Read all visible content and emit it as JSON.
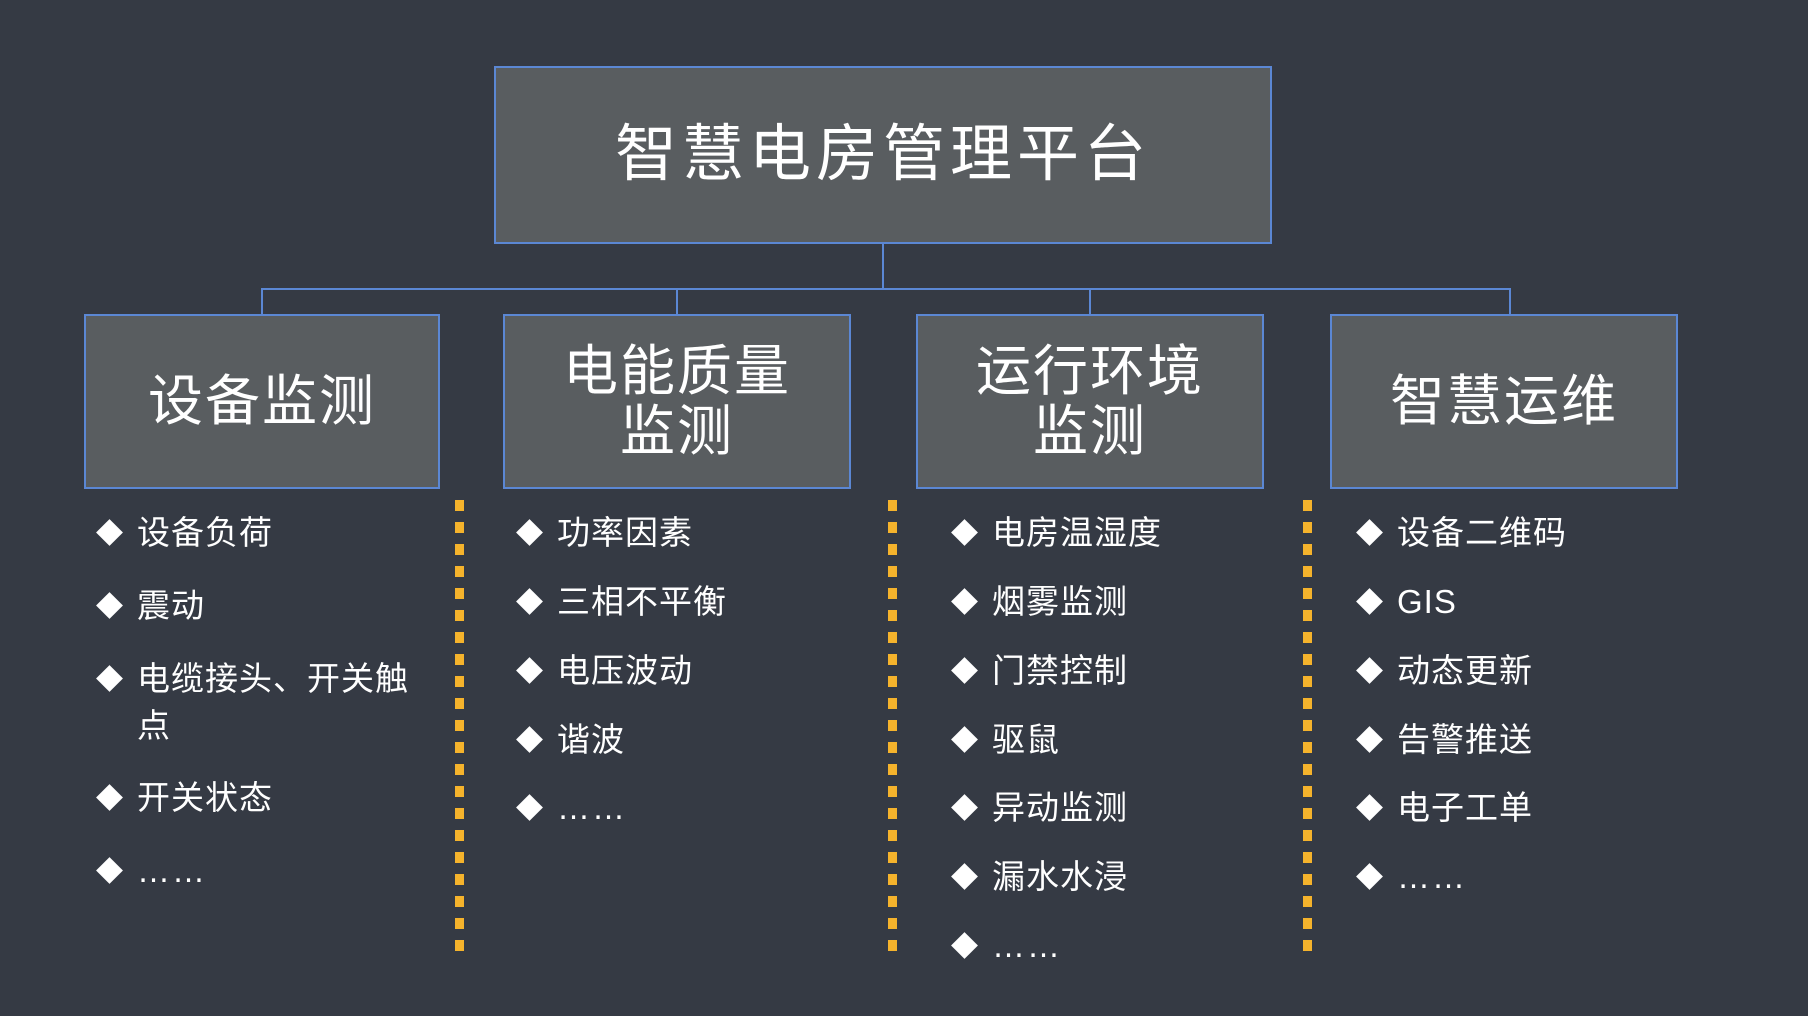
{
  "diagram": {
    "title": "智慧电房管理平台",
    "colors": {
      "background": "#353a44",
      "node_fill": "#595d60",
      "node_border": "#5b87d4",
      "connector": "#5b87d4",
      "divider": "#f5b32c",
      "text": "#ffffff"
    },
    "branches": [
      {
        "id": "equipment-monitoring",
        "label": "设备监测",
        "items": [
          "设备负荷",
          "震动",
          "电缆接头、开关触点",
          "开关状态",
          "……"
        ]
      },
      {
        "id": "power-quality-monitoring",
        "label": "电能质量\n监测",
        "label_line1": "电能质量",
        "label_line2": "监测",
        "items": [
          "功率因素",
          "三相不平衡",
          "电压波动",
          "谐波",
          "……"
        ]
      },
      {
        "id": "operating-environment-monitoring",
        "label": "运行环境\n监测",
        "label_line1": "运行环境",
        "label_line2": "监测",
        "items": [
          "电房温湿度",
          "烟雾监测",
          "门禁控制",
          "驱鼠",
          "异动监测",
          "漏水水浸",
          "……"
        ]
      },
      {
        "id": "smart-operations",
        "label": "智慧运维",
        "items": [
          "设备二维码",
          "GIS",
          "动态更新",
          "告警推送",
          "电子工单",
          "……"
        ]
      }
    ]
  }
}
